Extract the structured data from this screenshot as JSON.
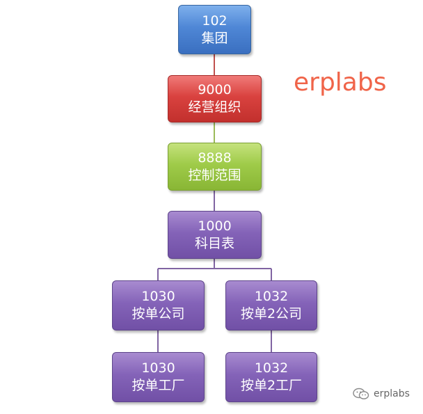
{
  "nodes": [
    {
      "code": "102",
      "label": "集团"
    },
    {
      "code": "9000",
      "label": "经营组织"
    },
    {
      "code": "8888",
      "label": "控制范围"
    },
    {
      "code": "1000",
      "label": "科目表"
    },
    {
      "code": "1030",
      "label": "按单公司"
    },
    {
      "code": "1032",
      "label": "按单2公司"
    },
    {
      "code": "1030",
      "label": "按单工厂"
    },
    {
      "code": "1032",
      "label": "按单2工厂"
    }
  ],
  "brand": "erplabs",
  "watermark": {
    "text": "erplabs",
    "icon": "wechat-icon"
  },
  "colors": {
    "blue": "#4f87d6",
    "red": "#d9423f",
    "green": "#9fcb49",
    "purple": "#8463b8",
    "line_blue_red": "#c0504d",
    "line_red_green": "#9bbb59",
    "line_purple": "#8064a2",
    "brand_text": "#f06449"
  }
}
